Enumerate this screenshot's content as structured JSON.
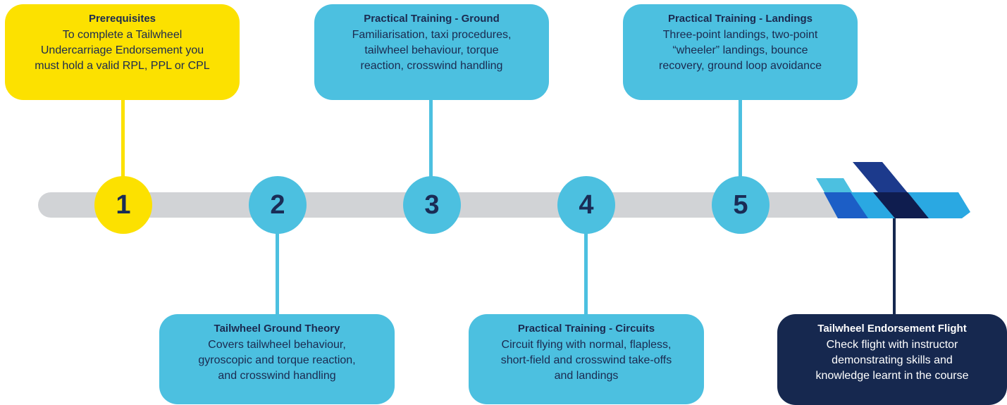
{
  "steps": [
    {
      "number": "1",
      "title": "Prerequisites",
      "lines": [
        "To complete a Tailwheel",
        "Undercarriage Endorsement you",
        "must hold a valid RPL, PPL or CPL"
      ]
    },
    {
      "number": "2",
      "title": "Tailwheel Ground Theory",
      "lines": [
        "Covers tailwheel behaviour,",
        "gyroscopic and torque reaction,",
        "and crosswind handling"
      ]
    },
    {
      "number": "3",
      "title": "Practical Training - Ground",
      "lines": [
        "Familiarisation, taxi procedures,",
        "tailwheel behaviour, torque",
        "reaction, crosswind handling"
      ]
    },
    {
      "number": "4",
      "title": "Practical Training - Circuits",
      "lines": [
        "Circuit flying with normal, flapless,",
        "short-field and crosswind take-offs",
        "and landings"
      ]
    },
    {
      "number": "5",
      "title": "Practical Training - Landings",
      "lines": [
        "Three-point landings, two-point",
        "“wheeler” landings, bounce",
        "recovery, ground loop avoidance"
      ]
    }
  ],
  "final": {
    "title": "Tailwheel Endorsement Flight",
    "lines": [
      "Check flight with instructor",
      "demonstrating skills and",
      "knowledge learnt in the course"
    ]
  },
  "colors": {
    "yellow": "#fce100",
    "light_blue": "#4cc0e0",
    "navy": "#16284f",
    "track": "#d1d3d6",
    "text_dark": "#1b2a50"
  },
  "icons": {
    "plane": "plane-tail-icon"
  }
}
